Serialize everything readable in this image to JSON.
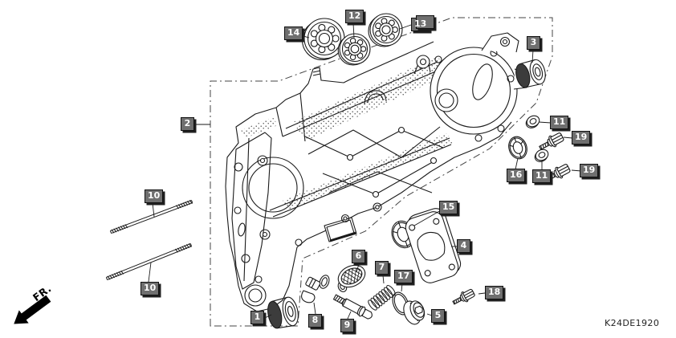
{
  "diagram": {
    "code": "K24DE1920",
    "front_label": "FR.",
    "callouts": [
      "2",
      "14",
      "12",
      "13",
      "3",
      "11",
      "19",
      "16",
      "11",
      "19",
      "10",
      "10",
      "1",
      "8",
      "9",
      "6",
      "7",
      "17",
      "5",
      "15",
      "4",
      "18"
    ]
  },
  "colors": {
    "callout_bg": "#6f6f6f",
    "callout_text": "#ffffff",
    "callout_shadow": "#1f1f1f",
    "line": "#1a1a1a",
    "background": "#ffffff"
  }
}
